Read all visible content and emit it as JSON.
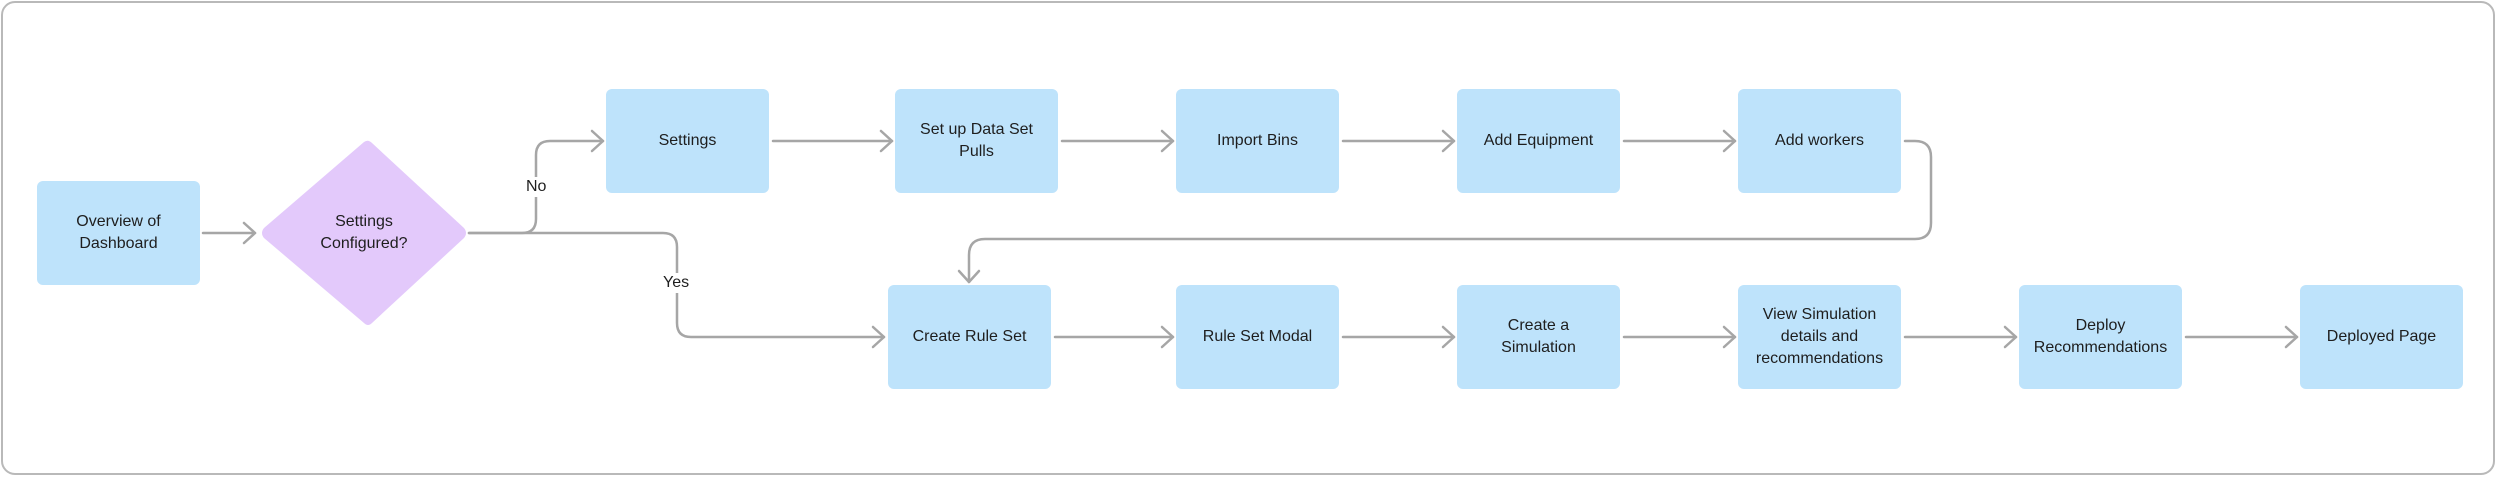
{
  "colors": {
    "process_fill": "#bee3fb",
    "decision_fill": "#e3c9fb",
    "connector": "#a6a6a6",
    "frame_border": "#b9b9b9"
  },
  "nodes": {
    "overview": "Overview of\nDashboard",
    "decision": "Settings\nConfigured?",
    "settings": "Settings",
    "data_set_pulls": "Set up Data Set\nPulls",
    "import_bins": "Import Bins",
    "add_equipment": "Add Equipment",
    "add_workers": "Add workers",
    "create_rule_set": "Create Rule Set",
    "rule_set_modal": "Rule Set Modal",
    "create_simulation": "Create a\nSimulation",
    "view_simulation": "View Simulation\ndetails and\nrecommendations",
    "deploy_recommendations": "Deploy\nRecommendations",
    "deployed_page": "Deployed Page"
  },
  "edge_labels": {
    "no": "No",
    "yes": "Yes"
  }
}
